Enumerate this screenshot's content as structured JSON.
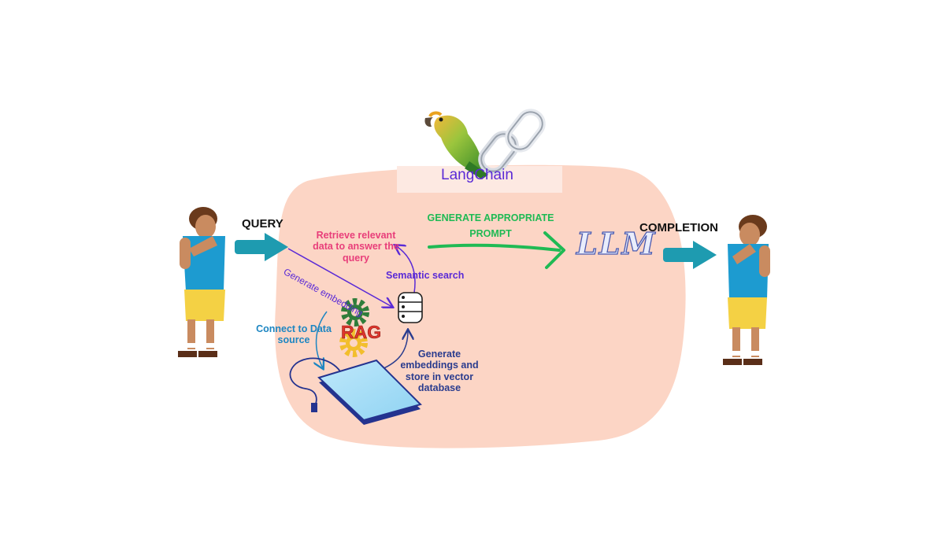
{
  "framework": {
    "name": "LangChain"
  },
  "labels": {
    "query": "QUERY",
    "completion": "COMPLETION",
    "generate_prompt_line1": "GENERATE APPROPRIATE",
    "generate_prompt_line2": "PROMPT",
    "llm": "LLM",
    "retrieve_line1": "Retrieve relevant",
    "retrieve_line2": "data to answer the",
    "retrieve_line3": "query",
    "generate_embedding": "Generate embedding",
    "semantic_search": "Semantic search",
    "connect_line1": "Connect to Data",
    "connect_line2": "source",
    "rag": "RAG",
    "store_line1": "Generate",
    "store_line2": "embeddings and",
    "store_line3": "store in vector",
    "store_line4": "database"
  },
  "colors": {
    "blob": "#fcd5c5",
    "teal_arrow": "#1e9bb0",
    "green": "#1fba54",
    "pink": "#e83e7a",
    "purple": "#5a2ad6",
    "blue": "#1d86c2",
    "navy": "#2a3c8e",
    "llm_text": "#b9c3ea"
  }
}
